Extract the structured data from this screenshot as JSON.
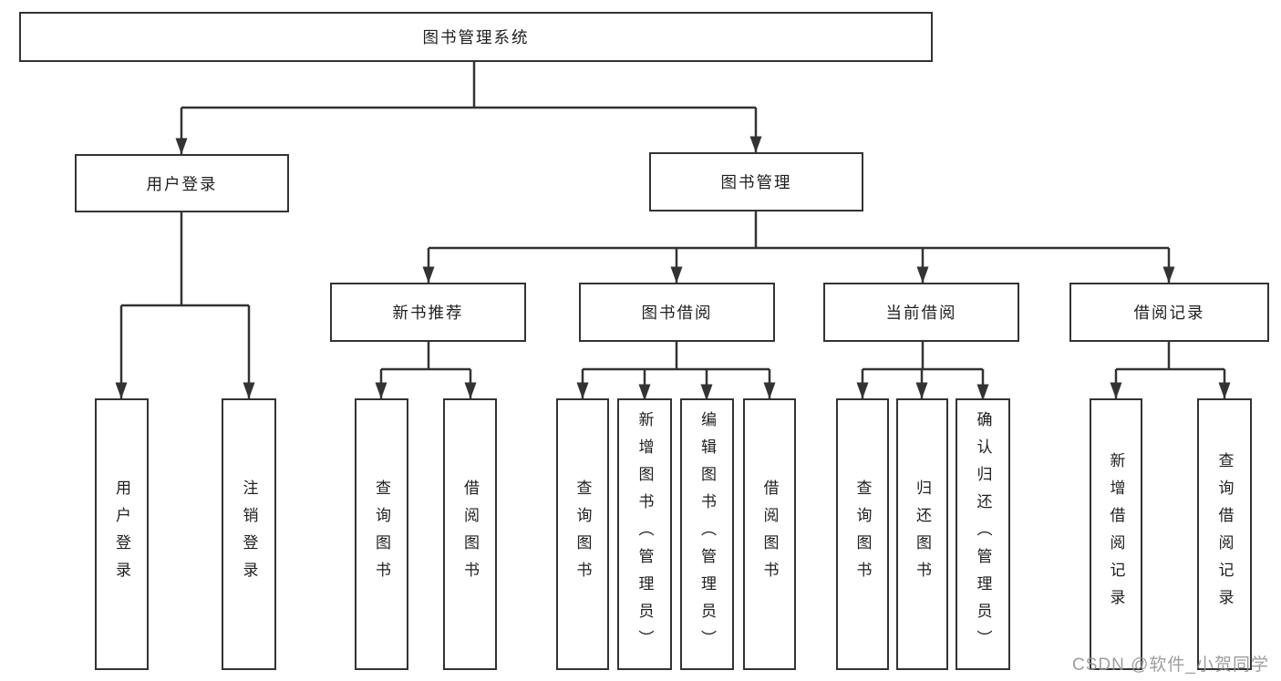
{
  "diagram": {
    "root": {
      "label": "图书管理系统"
    },
    "level2": [
      {
        "label": "用户登录"
      },
      {
        "label": "图书管理"
      }
    ],
    "level3": [
      {
        "label": "新书推荐"
      },
      {
        "label": "图书借阅"
      },
      {
        "label": "当前借阅"
      },
      {
        "label": "借阅记录"
      }
    ],
    "leaves": {
      "user_login": [
        {
          "label": "用户登录"
        },
        {
          "label": "注销登录"
        }
      ],
      "new_book": [
        {
          "label": "查询图书"
        },
        {
          "label": "借阅图书"
        }
      ],
      "book_borrow": [
        {
          "label": "查询图书"
        },
        {
          "label": "新增图书（管理员）"
        },
        {
          "label": "编辑图书（管理员）"
        },
        {
          "label": "借阅图书"
        }
      ],
      "current_borrow": [
        {
          "label": "查询图书"
        },
        {
          "label": "归还图书"
        },
        {
          "label": "确认归还（管理员）"
        }
      ],
      "borrow_record": [
        {
          "label": "新增借阅记录"
        },
        {
          "label": "查询借阅记录"
        }
      ]
    },
    "watermark": "CSDN @软件_小贺同学",
    "colors": {
      "line": "#333333",
      "box_border": "#333333",
      "text": "#1f1f1f",
      "watermark": "#949494",
      "background": "#ffffff"
    }
  }
}
